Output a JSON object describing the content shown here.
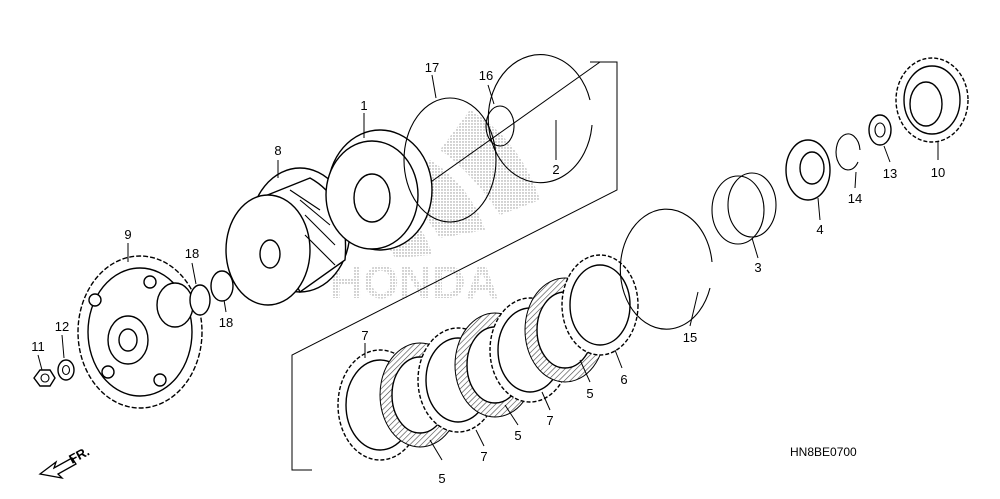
{
  "diagram": {
    "code": "HN8BE0700",
    "direction_label": "FR.",
    "callouts": [
      {
        "id": "c1",
        "text": "1"
      },
      {
        "id": "c2",
        "text": "2"
      },
      {
        "id": "c3",
        "text": "3"
      },
      {
        "id": "c4",
        "text": "4"
      },
      {
        "id": "c5a",
        "text": "5"
      },
      {
        "id": "c5b",
        "text": "5"
      },
      {
        "id": "c5c",
        "text": "5"
      },
      {
        "id": "c6",
        "text": "6"
      },
      {
        "id": "c7a",
        "text": "7"
      },
      {
        "id": "c7b",
        "text": "7"
      },
      {
        "id": "c7c",
        "text": "7"
      },
      {
        "id": "c8",
        "text": "8"
      },
      {
        "id": "c9",
        "text": "9"
      },
      {
        "id": "c10",
        "text": "10"
      },
      {
        "id": "c11",
        "text": "11"
      },
      {
        "id": "c12",
        "text": "12"
      },
      {
        "id": "c13",
        "text": "13"
      },
      {
        "id": "c14",
        "text": "14"
      },
      {
        "id": "c15",
        "text": "15"
      },
      {
        "id": "c16",
        "text": "16"
      },
      {
        "id": "c17",
        "text": "17"
      },
      {
        "id": "c18a",
        "text": "18"
      },
      {
        "id": "c18b",
        "text": "18"
      }
    ]
  }
}
